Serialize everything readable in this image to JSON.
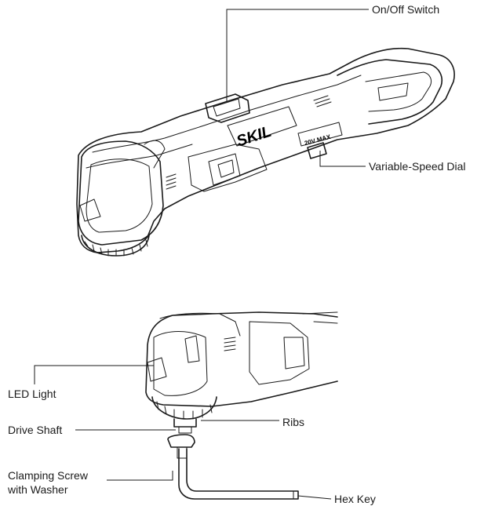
{
  "brand": {
    "logo": "SKIL",
    "voltage_badge": "20V MAX"
  },
  "labels": {
    "on_off_switch": "On/Off Switch",
    "variable_speed_dial": "Variable-Speed Dial",
    "led_light": "LED Light",
    "ribs": "Ribs",
    "drive_shaft": "Drive Shaft",
    "clamping_screw_line1": "Clamping Screw",
    "clamping_screw_line2": "with Washer",
    "hex_key": "Hex Key"
  }
}
